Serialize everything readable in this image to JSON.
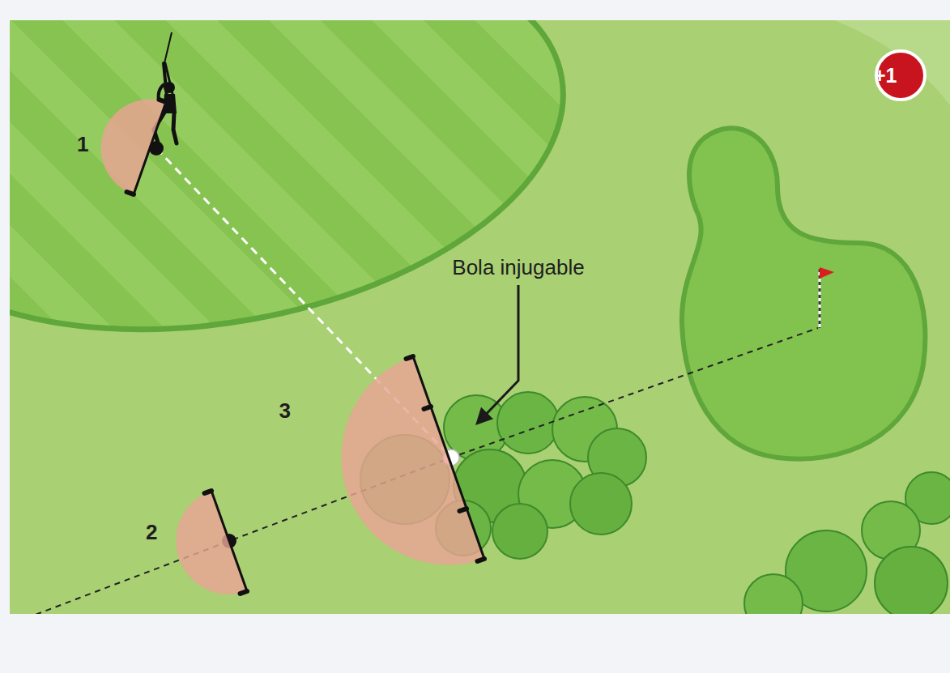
{
  "diagram": {
    "nodes": [
      {
        "text": [
          "1"
        ]
      },
      {
        "text": [
          "+1"
        ]
      },
      {
        "text": [
          "3"
        ]
      },
      {
        "text": [
          "2"
        ]
      }
    ],
    "labels": [
      "Bola injugable"
    ]
  }
}
